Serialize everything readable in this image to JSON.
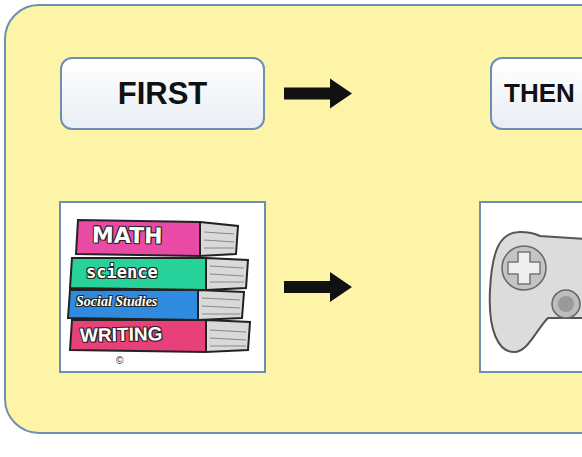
{
  "diagram": {
    "nodes": [
      {
        "text": [
          "FIRST"
        ]
      },
      {
        "text": [
          "THEN"
        ]
      }
    ],
    "edges": [
      {
        "from": 0,
        "to": 1,
        "arrow": "to"
      }
    ],
    "labels": [
      "MATH",
      "science",
      "Social Studies",
      "WRITING",
      "©"
    ]
  }
}
